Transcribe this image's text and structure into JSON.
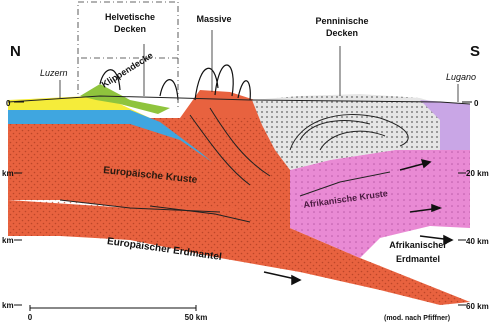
{
  "direction": {
    "north": "N",
    "south": "S"
  },
  "units": {
    "helvetische_decken": [
      "Helvetische",
      "Decken"
    ],
    "massive": "Massive",
    "penninische_decken": [
      "Penninische",
      "Decken"
    ],
    "klippendecke": "Klippendecke"
  },
  "places": {
    "luzern": "Luzern",
    "lugano": "Lugano"
  },
  "layers": {
    "europaeische_kruste": "Europäische Kruste",
    "afrikanische_kruste": "Afrikanische Kruste",
    "europaeischer_erdmantel": "Europäischer Erdmantel",
    "afrikanischer_erdmantel": [
      "Afrikanischer",
      "Erdmantel"
    ]
  },
  "depth_axis_left": [
    "0",
    "km",
    "km",
    "km"
  ],
  "depth_axis_right": [
    "0",
    "20 km",
    "40 km",
    "60 km"
  ],
  "distance_axis": [
    "0",
    "50 km"
  ],
  "source_note": "(mod. nach Pfiffner)",
  "colors": {
    "kruste": "#e8623f",
    "afrika": "#e98ad4",
    "pennin": "#e8e8e8",
    "molasse": "#f5ec3a",
    "helvetic": "#3fa6e0",
    "klippen": "#8fc43d",
    "mantel": "#ffffff"
  }
}
